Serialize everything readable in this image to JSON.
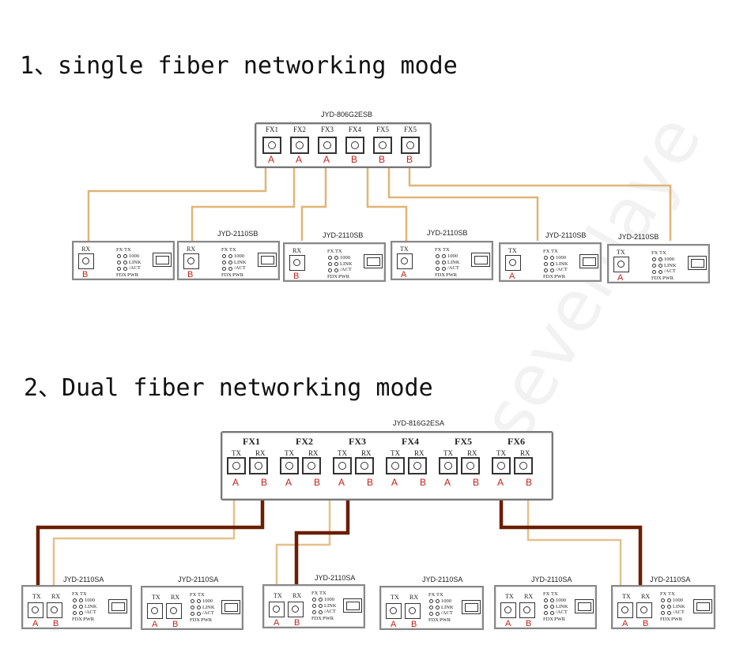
{
  "section1": {
    "heading": "1、single fiber networking mode",
    "switch": {
      "model": "JYD-806G2ESB",
      "ports": [
        {
          "label": "FX1",
          "fiber": "A"
        },
        {
          "label": "FX2",
          "fiber": "A"
        },
        {
          "label": "FX3",
          "fiber": "A"
        },
        {
          "label": "FX4",
          "fiber": "B"
        },
        {
          "label": "FX5",
          "fiber": "B"
        },
        {
          "label": "FX5",
          "fiber": "B"
        }
      ]
    },
    "converters": [
      {
        "model": "",
        "port": "RX",
        "fiber": "B"
      },
      {
        "model": "JYD-2110SB",
        "port": "RX",
        "fiber": "B"
      },
      {
        "model": "JYD-2110SB",
        "port": "RX",
        "fiber": "B"
      },
      {
        "model": "JYD-2110SB",
        "port": "TX",
        "fiber": "A"
      },
      {
        "model": "JYD-2110SB",
        "port": "TX",
        "fiber": "A"
      },
      {
        "model": "JYD-2110SB",
        "port": "TX",
        "fiber": "A"
      }
    ]
  },
  "section2": {
    "heading": "2、Dual fiber networking mode",
    "switch": {
      "model": "JYD-816G2ESA",
      "ports": [
        {
          "label": "FX1",
          "tx": "TX",
          "rx": "RX",
          "a": "A",
          "b": "B"
        },
        {
          "label": "FX2",
          "tx": "TX",
          "rx": "RX",
          "a": "A",
          "b": "B"
        },
        {
          "label": "FX3",
          "tx": "TX",
          "rx": "RX",
          "a": "A",
          "b": "B"
        },
        {
          "label": "FX4",
          "tx": "TX",
          "rx": "RX",
          "a": "A",
          "b": "B"
        },
        {
          "label": "FX5",
          "tx": "TX",
          "rx": "RX",
          "a": "A",
          "b": "B"
        },
        {
          "label": "FX6",
          "tx": "TX",
          "rx": "RX",
          "a": "A",
          "b": "B"
        }
      ]
    },
    "converters": [
      {
        "model": "JYD-2110SA",
        "tx": "TX",
        "rx": "RX",
        "a": "A",
        "b": "B"
      },
      {
        "model": "JYD-2110SA",
        "tx": "TX",
        "rx": "RX",
        "a": "A",
        "b": "B"
      },
      {
        "model": "JYD-2110SA",
        "tx": "TX",
        "rx": "RX",
        "a": "A",
        "b": "B"
      },
      {
        "model": "JYD-2110SA",
        "tx": "TX",
        "rx": "RX",
        "a": "A",
        "b": "B"
      },
      {
        "model": "JYD-2110SA",
        "tx": "TX",
        "rx": "RX",
        "a": "A",
        "b": "B"
      },
      {
        "model": "JYD-2110SA",
        "tx": "TX",
        "rx": "RX",
        "a": "A",
        "b": "B"
      }
    ]
  },
  "converter_panel": {
    "led_fx": "FX",
    "led_tx": "TX",
    "led_1000": "1000",
    "led_link": "LINK",
    "led_act": "/ACT",
    "led_fdx": "FDX",
    "led_pwr": "PWR"
  },
  "watermark": "sevenlaye",
  "colors": {
    "single_fiber": "#e0b577",
    "dual_fiber_light": "#e6c08a",
    "dual_fiber_dark": "#6b1d00",
    "fiber_label": "#c0211a"
  }
}
